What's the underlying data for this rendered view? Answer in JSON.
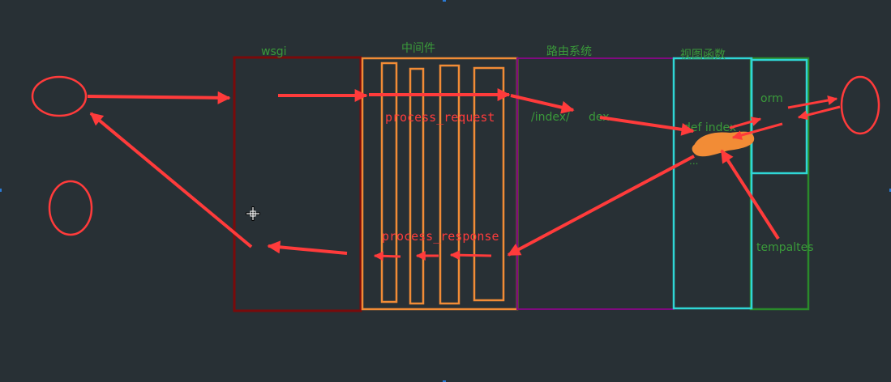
{
  "colors": {
    "background": "#283035",
    "label_green": "#3a9a3a",
    "arrow_red": "#ff3b3b",
    "orange": "#f28c36",
    "wsgi_box": "#7a0a0a",
    "router_box": "#800a80",
    "cyan": "#2fd6d6",
    "dark_green": "#2a8a2a"
  },
  "labels": {
    "wsgi": "wsgi",
    "middleware": "中间件",
    "router": "路由系统",
    "view": "视图函数",
    "index_url": "/index/",
    "dex": "dex",
    "def_index": "def index",
    "dots": "...",
    "orm": "orm",
    "templates": "tempaltes",
    "process_request": "process_request",
    "process_response": "process_response"
  },
  "icons": {
    "cursor": "crosshair-move-cursor-icon"
  }
}
